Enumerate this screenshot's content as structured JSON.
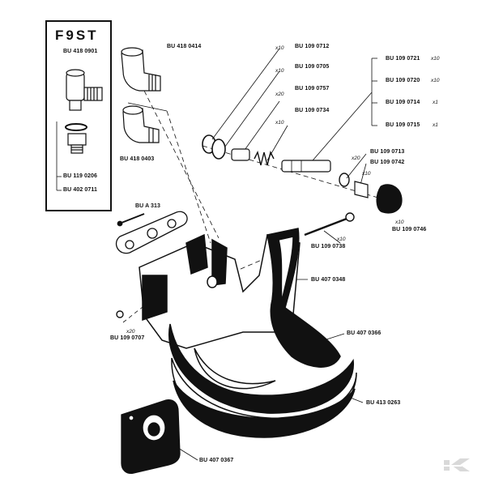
{
  "inset": {
    "title": "F9ST",
    "parts": [
      {
        "code": "BU 418 0901"
      },
      {
        "code": "BU 119 0206"
      },
      {
        "code": "BU 402 0711"
      }
    ]
  },
  "parts": [
    {
      "code": "BU 418 0414"
    },
    {
      "code": "BU 418 0403"
    },
    {
      "code": "BU 109 0712",
      "qty": "x10"
    },
    {
      "code": "BU 109 0705",
      "qty": "x10"
    },
    {
      "code": "BU 109 0757",
      "qty": "x20"
    },
    {
      "code": "BU 109 0734",
      "qty": "x10"
    },
    {
      "code": "BU 109 0721",
      "qty": "x10"
    },
    {
      "code": "BU 109 0720",
      "qty": "x10"
    },
    {
      "code": "BU 109 0714",
      "qty": "x1"
    },
    {
      "code": "BU 109 0715",
      "qty": "x1"
    },
    {
      "code": "BU 109 0713",
      "qty": "x20"
    },
    {
      "code": "BU 109 0742",
      "qty": "x10"
    },
    {
      "code": "BU 109 0746",
      "qty": "x10"
    },
    {
      "code": "BU 109 0738",
      "qty": "x10"
    },
    {
      "code": "BU A 313"
    },
    {
      "code": "BU 407 0348"
    },
    {
      "code": "BU 109 0707",
      "qty": "x20"
    },
    {
      "code": "BU 407 0366"
    },
    {
      "code": "BU 413 0263"
    },
    {
      "code": "BU 407 0367"
    }
  ],
  "colors": {
    "ink": "#111111",
    "paper": "#ffffff",
    "logo": "#d9d9d9"
  },
  "icons": {
    "brand": "k-logo-icon"
  }
}
